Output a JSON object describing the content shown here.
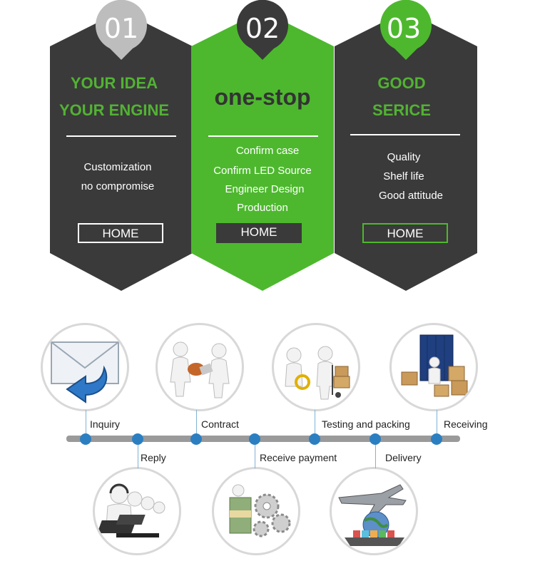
{
  "colors": {
    "dark": "#3a3a3a",
    "green": "#4db82e",
    "gray_badge": "#bdbdbd",
    "title_green": "#52b233",
    "title_dark": "#333333",
    "timeline_bar": "#9a9a9a",
    "timeline_dot": "#2b7fc1"
  },
  "panels": [
    {
      "number": "01",
      "title_lines": [
        "YOUR IDEA",
        "YOUR ENGINE"
      ],
      "items": [
        "Customization",
        "no compromise"
      ],
      "button": "HOME"
    },
    {
      "number": "02",
      "title_lines": [
        "one-stop"
      ],
      "items": [
        "Confirm case",
        "Confirm LED Source",
        "Engineer Design",
        "Production"
      ],
      "button": "HOME"
    },
    {
      "number": "03",
      "title_lines": [
        "GOOD",
        "SERICE"
      ],
      "items": [
        "Quality",
        "Shelf life",
        "Good attitude"
      ],
      "button": "HOME"
    }
  ],
  "process": {
    "top_steps": [
      {
        "label": "Inquiry",
        "icon": "envelope-reply-icon"
      },
      {
        "label": "Contract",
        "icon": "handshake-figures-icon"
      },
      {
        "label": "Testing and packing",
        "icon": "testing-packing-figures-icon"
      },
      {
        "label": "Receiving",
        "icon": "container-boxes-icon"
      }
    ],
    "bottom_steps": [
      {
        "label": "Reply",
        "icon": "call-center-figures-icon"
      },
      {
        "label": "Receive payment",
        "icon": "money-gears-icon"
      },
      {
        "label": "Delivery",
        "icon": "airplane-ship-globe-icon"
      }
    ]
  }
}
